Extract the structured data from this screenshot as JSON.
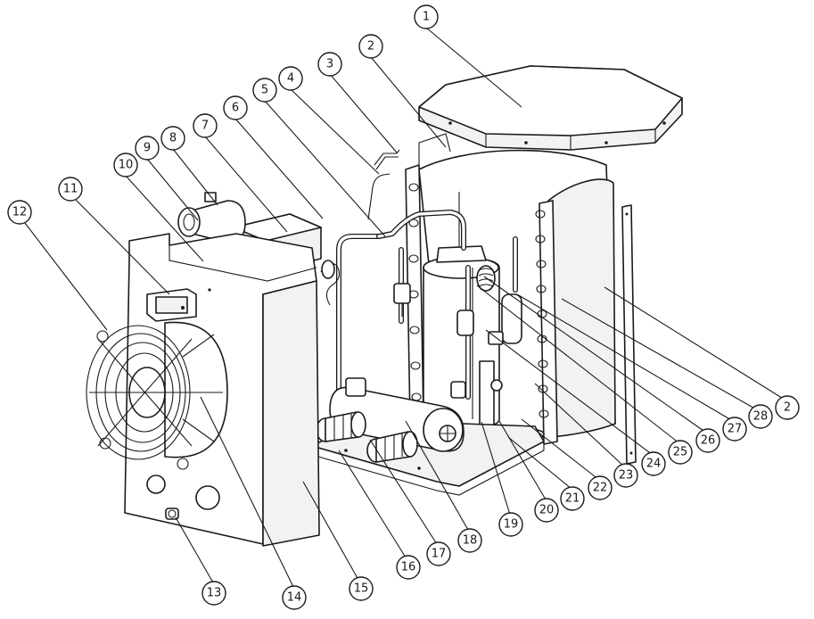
{
  "diagram": {
    "callouts": [
      {
        "label": "1"
      },
      {
        "label": "2"
      },
      {
        "label": "3"
      },
      {
        "label": "4"
      },
      {
        "label": "5"
      },
      {
        "label": "6"
      },
      {
        "label": "7"
      },
      {
        "label": "8"
      },
      {
        "label": "9"
      },
      {
        "label": "10"
      },
      {
        "label": "11"
      },
      {
        "label": "12"
      },
      {
        "label": "13"
      },
      {
        "label": "14"
      },
      {
        "label": "15"
      },
      {
        "label": "16"
      },
      {
        "label": "17"
      },
      {
        "label": "18"
      },
      {
        "label": "19"
      },
      {
        "label": "20"
      },
      {
        "label": "21"
      },
      {
        "label": "22"
      },
      {
        "label": "23"
      },
      {
        "label": "24"
      },
      {
        "label": "25"
      },
      {
        "label": "26"
      },
      {
        "label": "27"
      },
      {
        "label": "28"
      },
      {
        "label": "2"
      }
    ]
  }
}
